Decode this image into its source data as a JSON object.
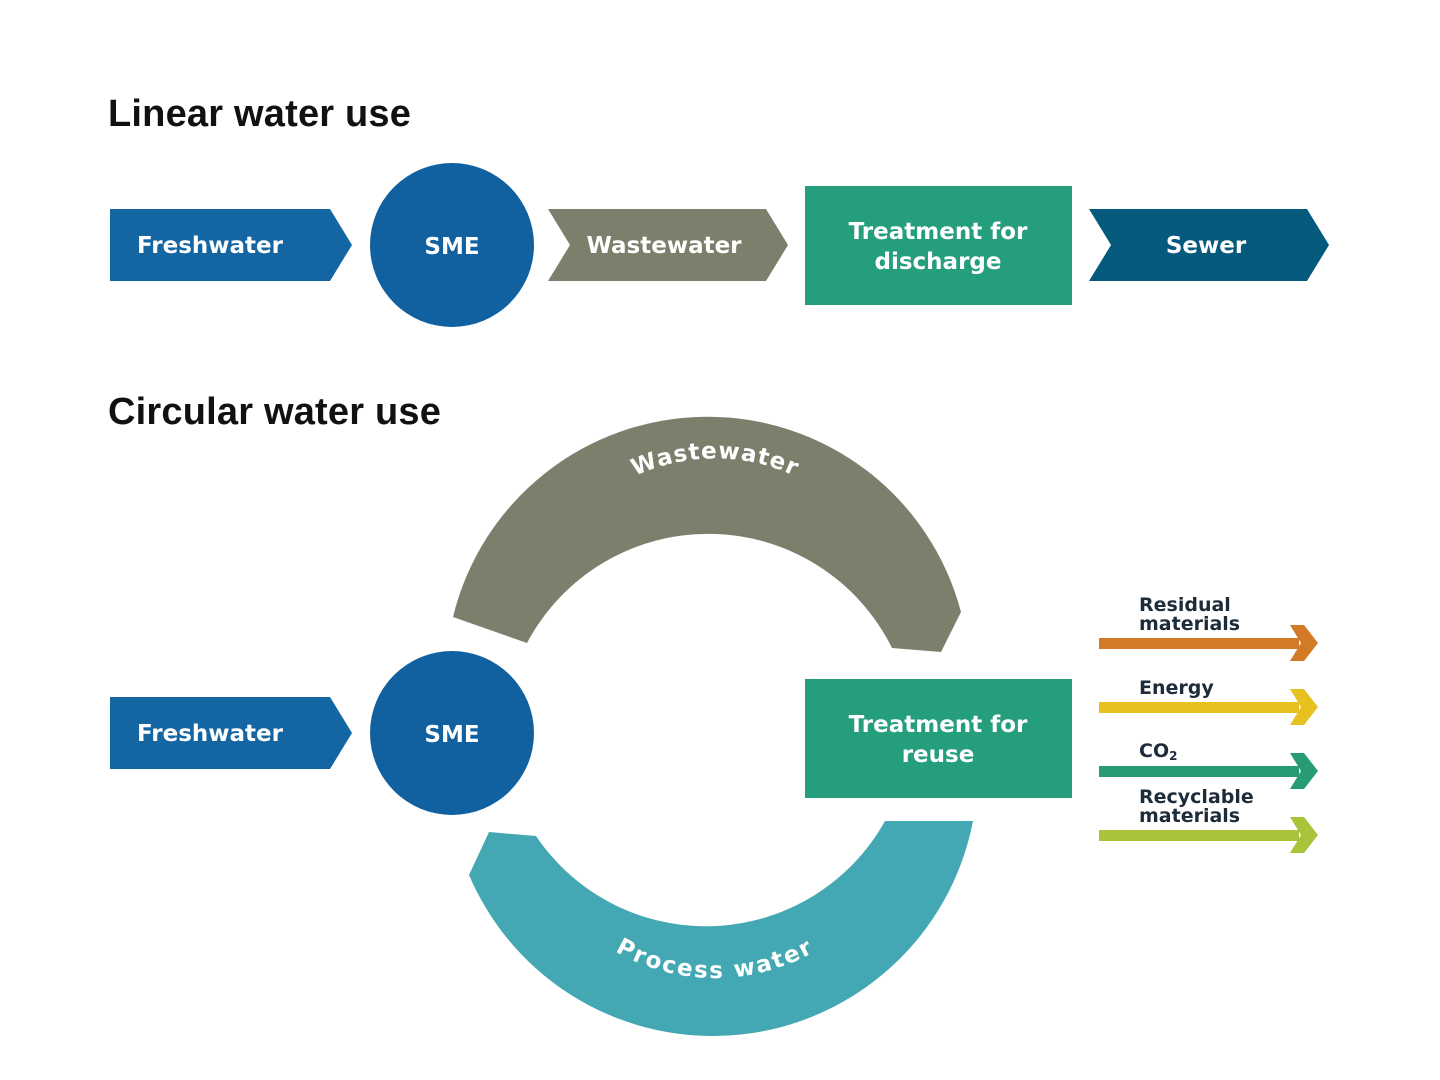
{
  "linear": {
    "title": "Linear water use",
    "freshwater": "Freshwater",
    "sme": "SME",
    "wastewater": "Wastewater",
    "treatment_line1": "Treatment for",
    "treatment_line2": "discharge",
    "sewer": "Sewer"
  },
  "circular": {
    "title": "Circular water use",
    "freshwater": "Freshwater",
    "sme": "SME",
    "wastewater_arc": "Wastewater",
    "process_arc": "Process water",
    "treatment_line1": "Treatment for",
    "treatment_line2": "reuse",
    "outputs": [
      {
        "line1": "Residual",
        "line2": "materials",
        "color": "#d27a26"
      },
      {
        "line1": "Energy",
        "color": "#e6c120"
      },
      {
        "line1": "CO",
        "sub": "2",
        "color": "#279a76"
      },
      {
        "line1": "Recyclable",
        "line2": "materials",
        "color": "#a8c43a"
      }
    ]
  },
  "colors": {
    "freshwater": "#1466a3",
    "sme": "#11609f",
    "wastewater": "#7b7f6b",
    "treatment": "#249e7d",
    "sewer": "#05597c",
    "process_water": "#43a8b3"
  }
}
